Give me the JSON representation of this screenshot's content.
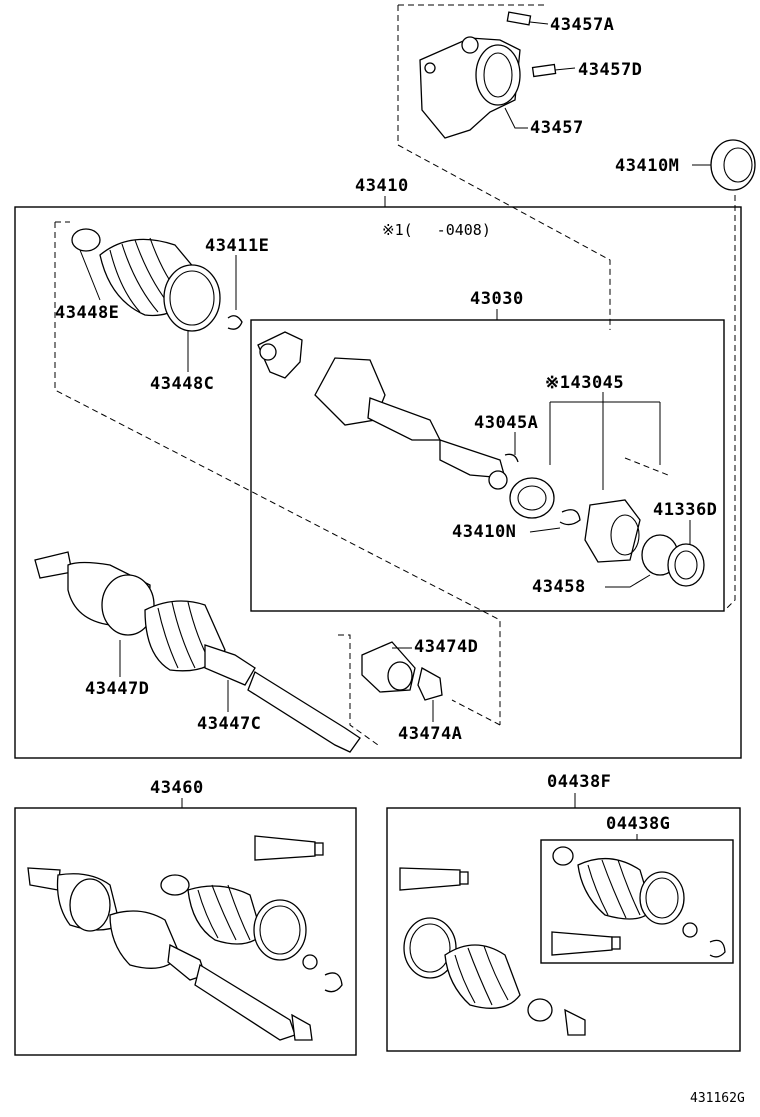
{
  "diagram": {
    "footer_code": "431162G",
    "note": "※1(　 -0408)",
    "labels": {
      "p43457A": "43457A",
      "p43457D": "43457D",
      "p43457": "43457",
      "p43410M": "43410M",
      "p43410": "43410",
      "p43411E": "43411E",
      "p43448E": "43448E",
      "p43448C": "43448C",
      "p43030": "43030",
      "p43045": "※143045",
      "p43045A": "43045A",
      "p43410N": "43410N",
      "p41336D": "41336D",
      "p43458": "43458",
      "p43474D": "43474D",
      "p43474A": "43474A",
      "p43447D": "43447D",
      "p43447C": "43447C",
      "p43460": "43460",
      "p04438F": "04438F",
      "p04438G": "04438G"
    }
  }
}
